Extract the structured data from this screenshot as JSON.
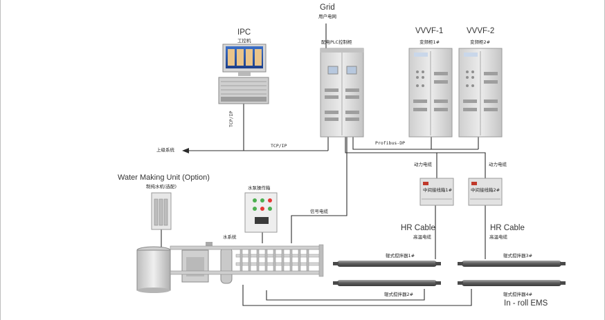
{
  "grid": {
    "title": "Grid",
    "subtitle": "用户电网"
  },
  "ipc": {
    "title": "IPC",
    "subtitle": "工控机"
  },
  "plc": {
    "subtitle": "配电PLC控制柜"
  },
  "vvvf1": {
    "title": "VVVF-1",
    "subtitle": "变频柜1#"
  },
  "vvvf2": {
    "title": "VVVF-2",
    "subtitle": "变频柜2#"
  },
  "links": {
    "tcpip_vertical": "TCP/IP",
    "tcpip_horizontal": "TCP/IP",
    "upper_system": "上级系统",
    "profibus": "Profibus-DP",
    "power_cable_1": "动力电缆",
    "power_cable_2": "动力电缆",
    "signal_cable": "信号电缆",
    "water_system": "水系统"
  },
  "junction_boxes": [
    {
      "label": "中间接线箱1#"
    },
    {
      "label": "中间接线箱2#"
    }
  ],
  "water_unit": {
    "title": "Water Making Unit (Option)",
    "subtitle": "制纯水机(选配)"
  },
  "pump_box": {
    "title": "水泵操作箱"
  },
  "hr_cable_1": {
    "title": "HR Cable",
    "subtitle": "高温电缆"
  },
  "hr_cable_2": {
    "title": "HR Cable",
    "subtitle": "高温电缆"
  },
  "stirrers": {
    "s1": "辊式搅拌器1#",
    "s2": "辊式搅拌器2#",
    "s3": "辊式搅拌器3#",
    "s4": "辊式搅拌器4#"
  },
  "ems": {
    "title": "In - roll EMS"
  },
  "colors": {
    "cabinet": "#d9d9d9",
    "cabinet_edge": "#9a9a9a",
    "line": "#2b2b2b",
    "roller": "#6f6f6f"
  }
}
